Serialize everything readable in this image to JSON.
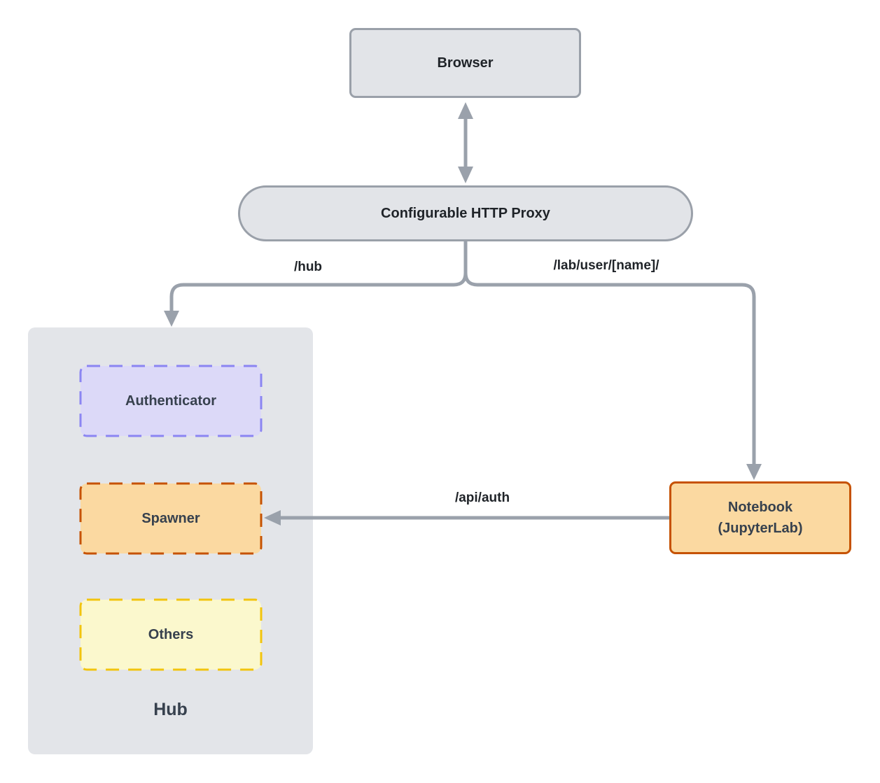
{
  "diagram": {
    "type": "architecture-flowchart",
    "subject": "JupyterHub request flow",
    "nodes": {
      "browser": {
        "label": "Browser"
      },
      "proxy": {
        "label": "Configurable HTTP Proxy"
      },
      "hub": {
        "label": "Hub",
        "children": [
          {
            "id": "authenticator",
            "label": "Authenticator"
          },
          {
            "id": "spawner",
            "label": "Spawner"
          },
          {
            "id": "others",
            "label": "Others"
          }
        ]
      },
      "notebook": {
        "lines": [
          "Notebook",
          "(JupyterLab)"
        ]
      }
    },
    "edges": [
      {
        "from": "browser",
        "to": "proxy",
        "label": "",
        "direction": "bidirectional"
      },
      {
        "from": "proxy",
        "to": "hub",
        "label": "/hub",
        "direction": "one-way"
      },
      {
        "from": "proxy",
        "to": "notebook",
        "label": "/lab/user/[name]/",
        "direction": "one-way"
      },
      {
        "from": "notebook",
        "to": "spawner",
        "label": "/api/auth",
        "direction": "one-way"
      }
    ],
    "colors": {
      "canvas-bg": "#ffffff",
      "node-fill": "#e2e4e8",
      "node-border": "#9aa0a9",
      "connector": "#9aa1ab",
      "hub-fill": "#e3e5e9",
      "auth-fill": "#dcd9f8",
      "auth-border": "#8b85f2",
      "spawner-fill": "#fbd9a1",
      "spawner-border": "#c65201",
      "others-fill": "#fbf8cd",
      "others-border": "#f2c40e",
      "notebook-fill": "#fbd9a1",
      "notebook-border": "#c65201",
      "label-dark": "#1f2328",
      "label-slate": "#37414e"
    }
  }
}
